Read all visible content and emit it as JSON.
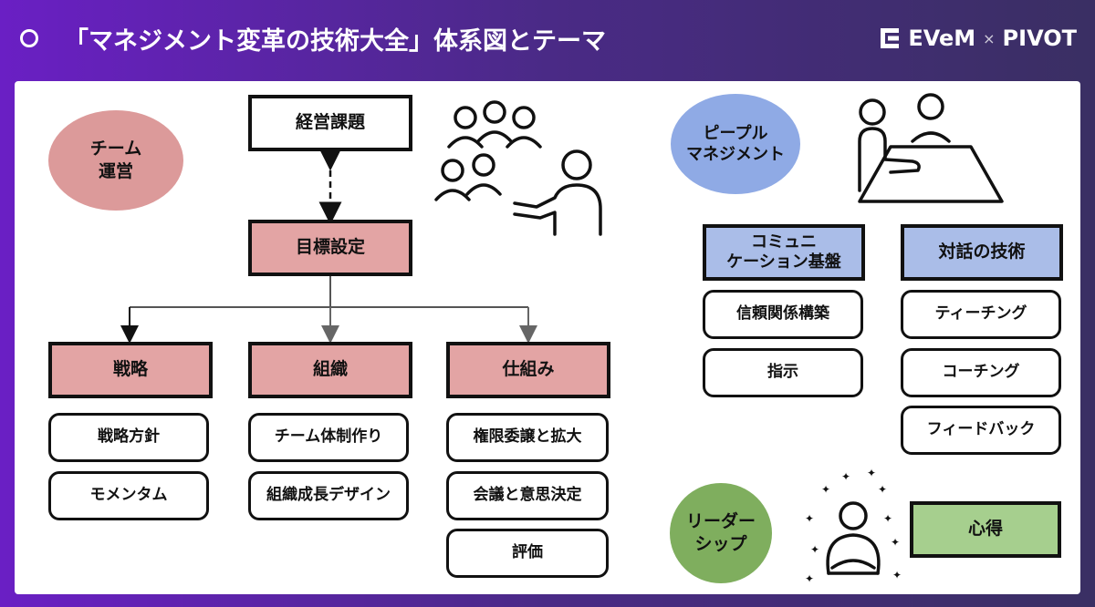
{
  "header": {
    "title": "「マネジメント変革の技術大全」体系図とテーマ",
    "logo_left": "EVeM",
    "logo_sep": "×",
    "logo_right": "PIVOT"
  },
  "team": {
    "circle_label": "チーム\n運営",
    "top_box": "経営課題",
    "goal_box": "目標設定",
    "columns": [
      {
        "header": "戦略",
        "items": [
          "戦略方針",
          "モメンタム"
        ]
      },
      {
        "header": "組織",
        "items": [
          "チーム体制作り",
          "組織成長デザイン"
        ]
      },
      {
        "header": "仕組み",
        "items": [
          "権限委譲と拡大",
          "会議と意思決定",
          "評価"
        ]
      }
    ]
  },
  "people": {
    "circle_label": "ピープル\nマネジメント",
    "columns": [
      {
        "header": "コミュニ\nケーション基盤",
        "items": [
          "信頼関係構築",
          "指示"
        ]
      },
      {
        "header": "対話の技術",
        "items": [
          "ティーチング",
          "コーチング",
          "フィードバック"
        ]
      }
    ]
  },
  "leadership": {
    "circle_label": "リーダー\nシップ",
    "box": "心得"
  },
  "colors": {
    "team": "#e3a4a4",
    "people": "#aabde8",
    "leadership": "#a6cf8e",
    "team_circle": "#dc9a9a",
    "people_circle": "#8faae5",
    "leadership_circle": "#7fae5e"
  },
  "icons": [
    "group-audience-icon",
    "presenter-icon",
    "one-on-one-meeting-icon",
    "meditating-leader-icon"
  ]
}
